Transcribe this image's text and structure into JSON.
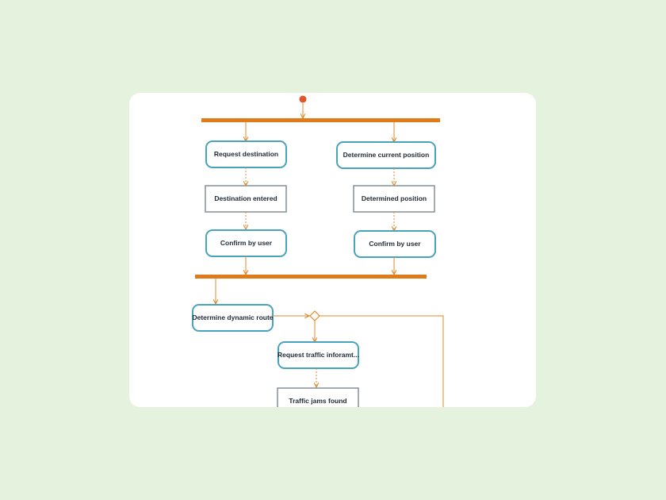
{
  "diagram": {
    "type": "uml-activity",
    "colors": {
      "background": "#e5f2de",
      "card": "#ffffff",
      "control_flow": "#e08a2a",
      "fork_bar": "#e07b1a",
      "initial_node": "#e0552a",
      "action_border": "#4aa3bd",
      "object_border": "#8a969e"
    },
    "nodes": {
      "request_destination": "Request destination",
      "destination_entered": "Destination entered",
      "confirm_by_user_left": "Confirm by user",
      "determine_current_position": "Determine current position",
      "determined_position": "Determined position",
      "confirm_by_user_right": "Confirm by user",
      "determine_dynamic_route": "Determine dynamic route",
      "request_traffic_information": "Request traffic inforamt...",
      "traffic_jams_found": "Traffic jams found"
    }
  }
}
